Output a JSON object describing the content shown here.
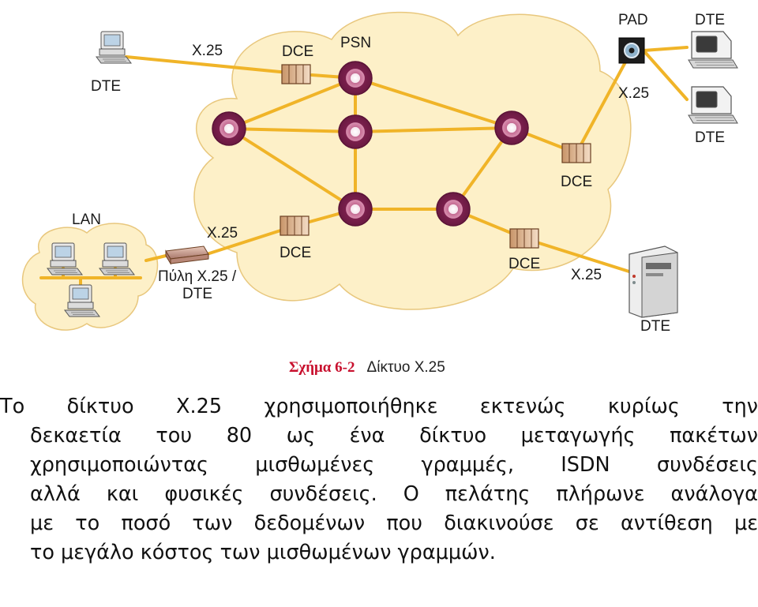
{
  "diagram": {
    "labels": {
      "psn": "PSN",
      "pad": "PAD",
      "lan": "LAN",
      "dce": "DCE",
      "dte": "DTE",
      "x25": "X.25",
      "gateway_line1": "Πύλη X.25 /",
      "gateway_line2": "DTE"
    },
    "caption": {
      "number": "Σχήμα 6-2",
      "title": "Δίκτυο X.25"
    },
    "colors": {
      "cloud_fill": "#fdf0c8",
      "cloud_stroke": "#e8c77d",
      "link": "#f0b428",
      "node": "#8a2a5a",
      "caption_red": "#c8102e"
    }
  },
  "paragraph": {
    "lines": [
      "Το δίκτυο X.25 χρησιμοποιήθηκε εκτενώς κυρίως την",
      "δεκαετία του 80 ως ένα δίκτυο μεταγωγής πακέτων",
      "χρησιμοποιώντας μισθωμένες γραμμές, ISDN συνδέσεις",
      "αλλά και φυσικές συνδέσεις. Ο πελάτης πλήρωνε ανάλογα",
      "με το ποσό των δεδομένων που διακινούσε σε αντίθεση με",
      "το μεγάλο κόστος των μισθωμένων γραμμών."
    ]
  }
}
